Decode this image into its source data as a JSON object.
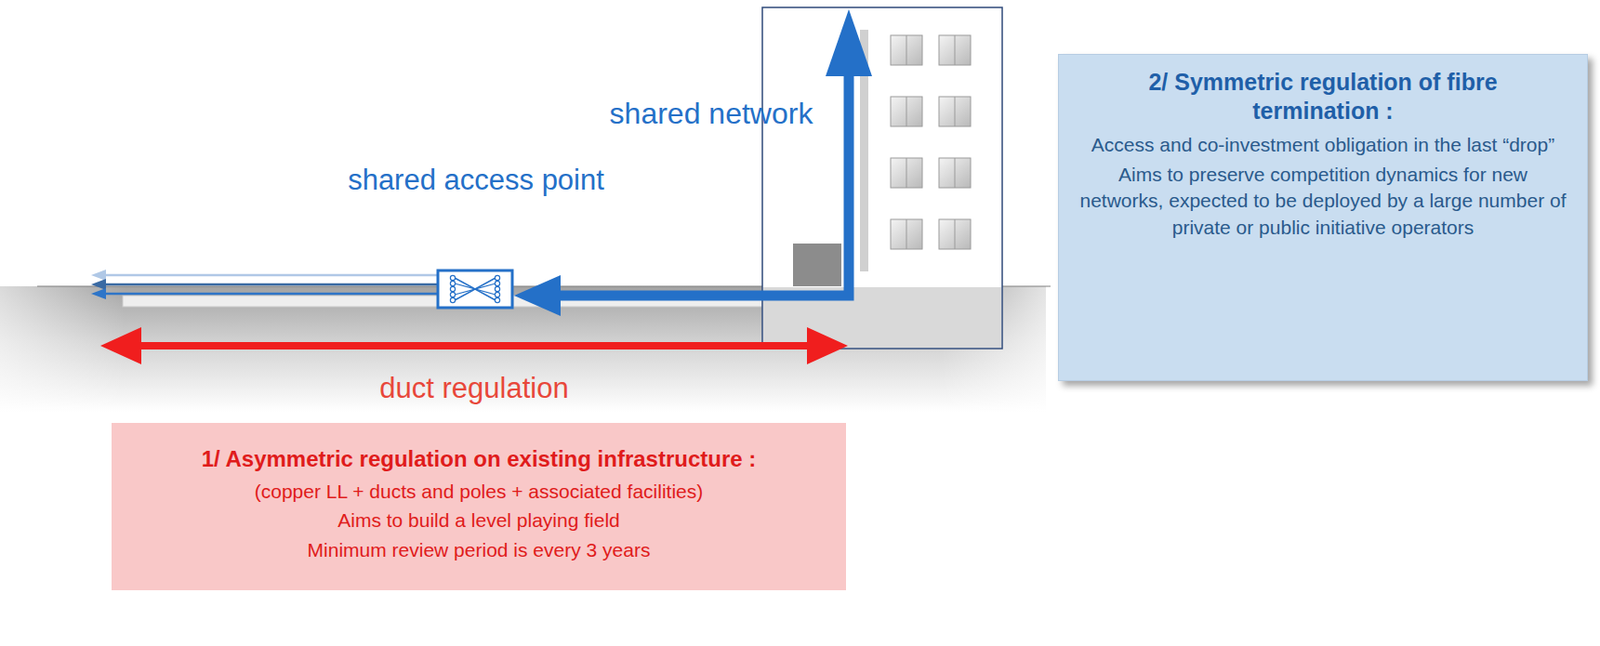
{
  "diagram": {
    "nodes": [
      {
        "text": [
          "shared access point"
        ]
      },
      {
        "text": [
          "1/ Asymmetric regulation on existing infrastructure :",
          "(copper LL + ducts and poles + associated facilities)",
          "Aims to build a level playing field",
          "Minimum review period is every 3 years"
        ]
      },
      {
        "text": [
          "2/ Symmetric regulation of fibre termination :",
          "Access and co-investment obligation in the last “drop”",
          "Aims to preserve competition dynamics for new networks, expected to be deployed by a large number of private or public initiative operators"
        ]
      }
    ],
    "labels": [
      "shared network",
      "duct regulation"
    ]
  }
}
